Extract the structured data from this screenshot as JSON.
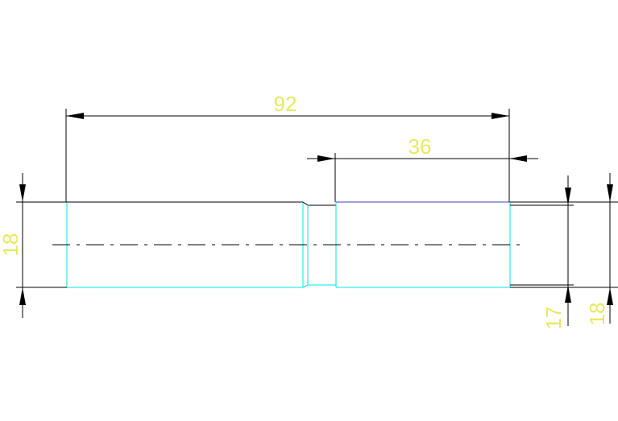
{
  "drawing": {
    "dimensions": {
      "overall_length": "92",
      "right_segment_length": "36",
      "left_diameter": "18",
      "right_diameter_inner": "17",
      "right_diameter_outer": "18"
    }
  }
}
